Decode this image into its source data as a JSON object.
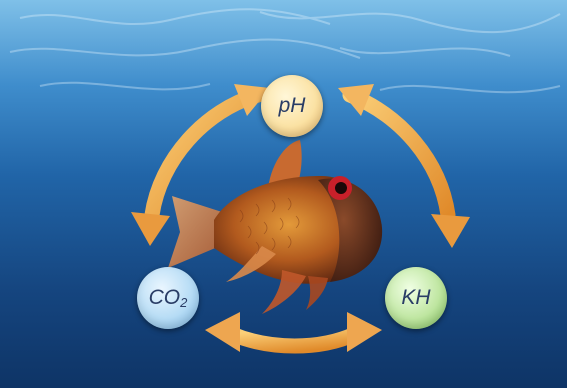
{
  "nodes": {
    "ph": {
      "label": "pH"
    },
    "co2": {
      "label": "CO",
      "subscript": "2"
    },
    "kh": {
      "label": "KH"
    }
  }
}
